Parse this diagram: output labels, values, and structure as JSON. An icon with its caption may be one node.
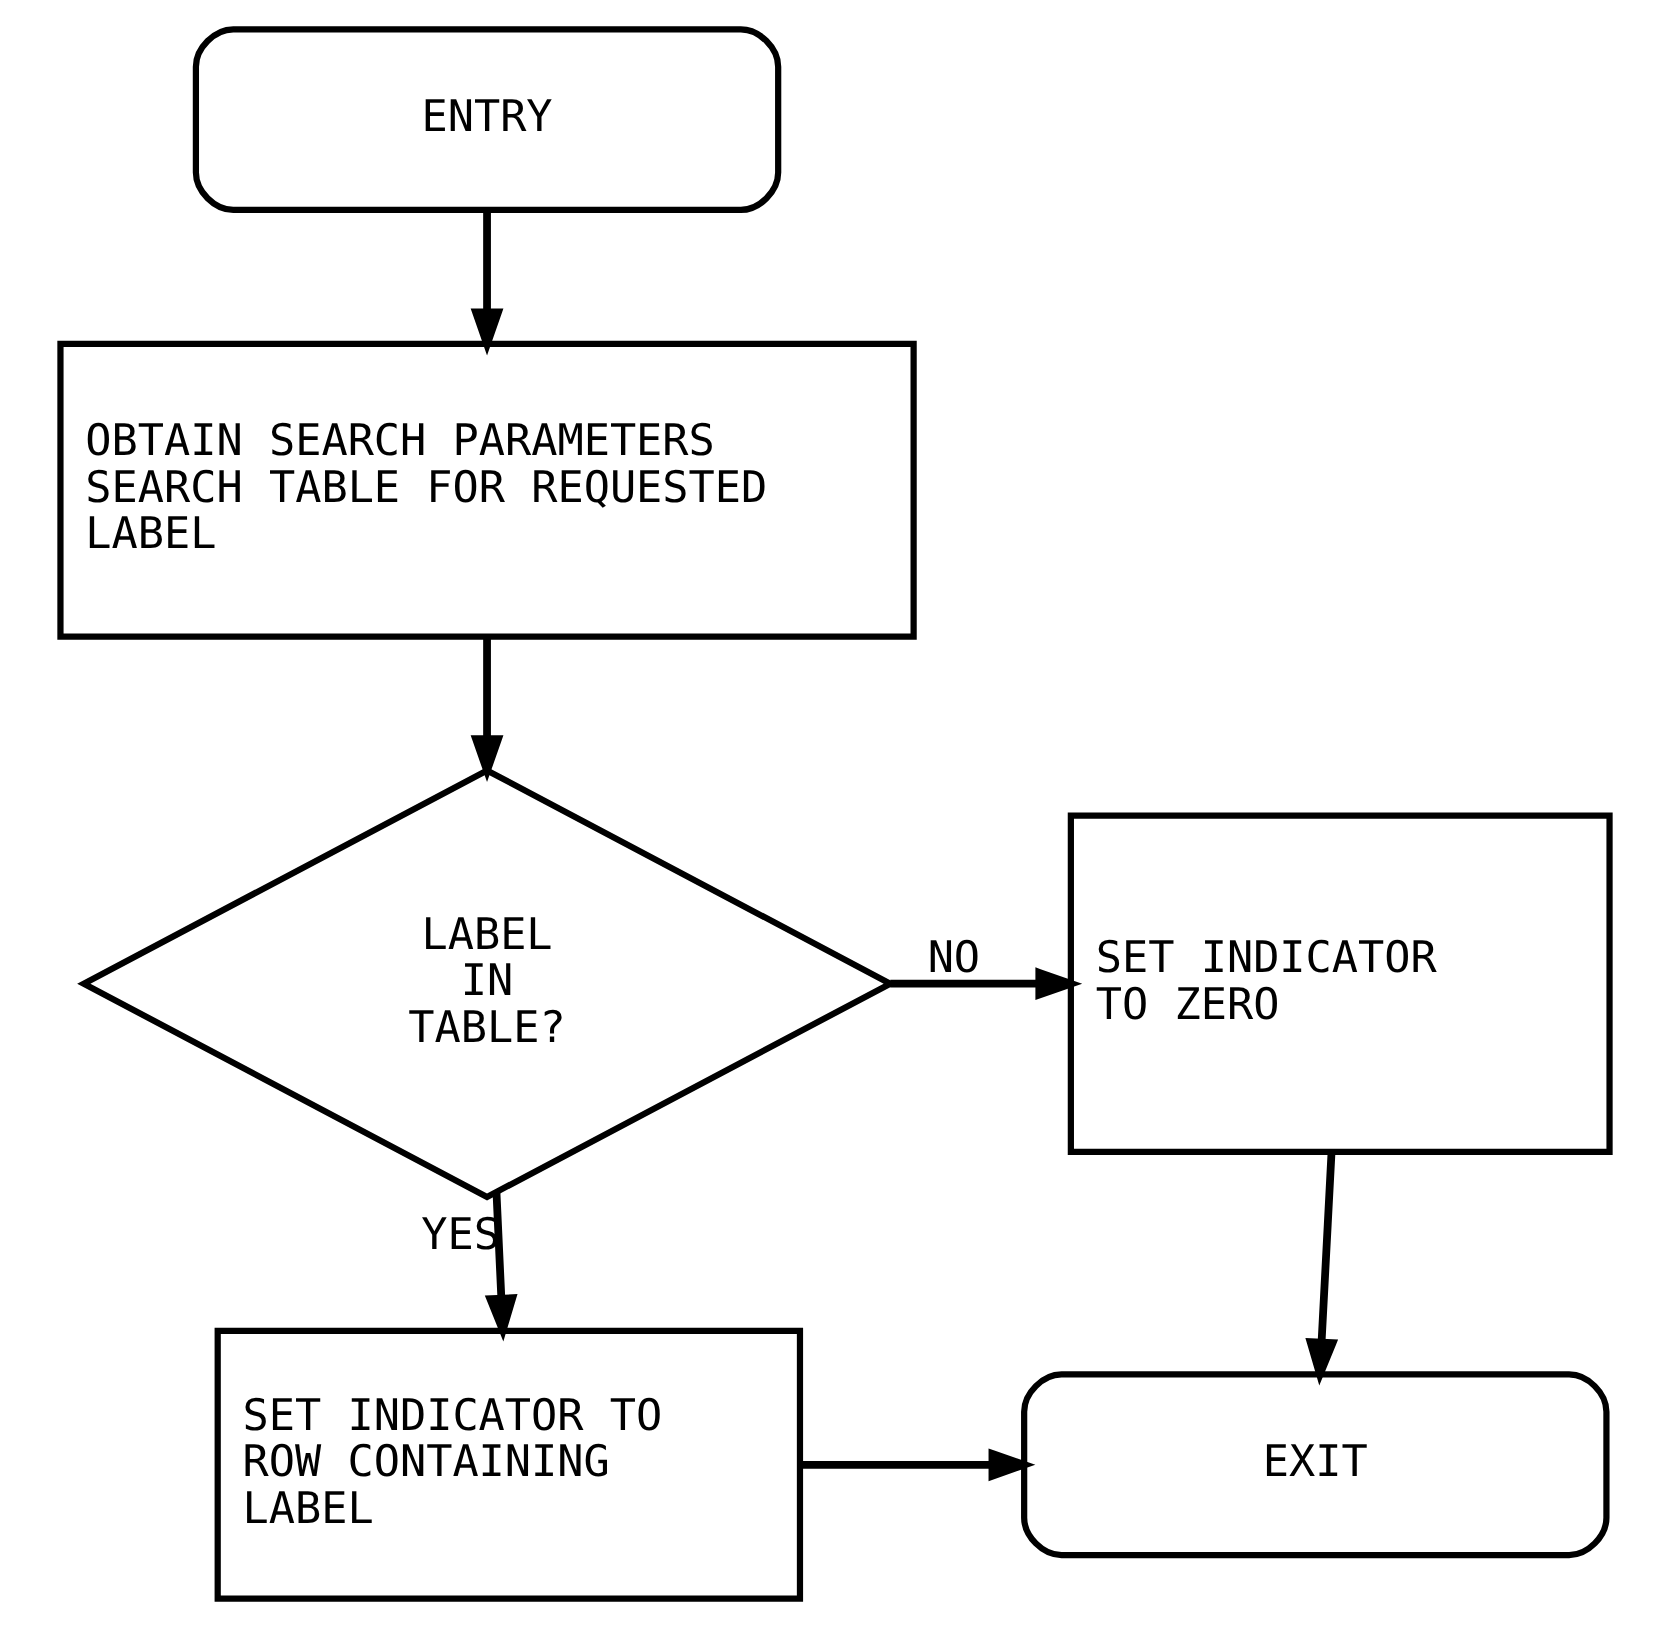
{
  "diagram": {
    "nodes": [
      {
        "text": [
          "ENTRY"
        ]
      },
      {
        "text": [
          "OBTAIN SEARCH PARAMETERS",
          "SEARCH TABLE FOR REQUESTED LABEL"
        ]
      },
      {
        "text": [
          "LABEL IN TABLE?"
        ]
      },
      {
        "text": [
          "SET INDICATOR TO ZERO"
        ]
      },
      {
        "text": [
          "SET INDICATOR TO ROW CONTAINING LABEL"
        ]
      },
      {
        "text": [
          "EXIT"
        ]
      }
    ],
    "edges": [
      {
        "from": 0,
        "to": 1,
        "arrow": "to"
      },
      {
        "from": 1,
        "to": 2,
        "arrow": "to"
      },
      {
        "from": 2,
        "to": 3,
        "arrow": "to",
        "label": "NO"
      },
      {
        "from": 2,
        "to": 4,
        "arrow": "to",
        "label": "YES"
      },
      {
        "from": 3,
        "to": 5,
        "arrow": "to"
      },
      {
        "from": 4,
        "to": 5,
        "arrow": "to"
      }
    ]
  }
}
